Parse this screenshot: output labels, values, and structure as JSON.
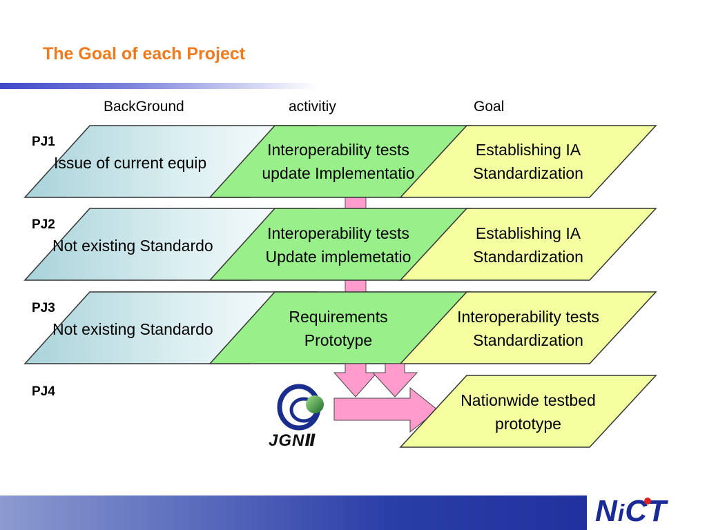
{
  "title": "The Goal of each Project",
  "columns": {
    "background": "BackGround",
    "activity": "activitiy",
    "goal": "Goal"
  },
  "projects": [
    {
      "label": "PJ1",
      "background": "Issue of current equip",
      "activity": [
        "Interoperability tests",
        "update Implementatio"
      ],
      "goal": [
        "Establishing IA",
        "Standardization"
      ]
    },
    {
      "label": "PJ2",
      "background": "Not existing Standardo",
      "activity": [
        "Interoperability tests",
        "Update implemetatio"
      ],
      "goal": [
        "Establishing IA",
        "Standardization"
      ]
    },
    {
      "label": "PJ3",
      "background": "Not existing Standardo",
      "activity": [
        "Requirements",
        "Prototype"
      ],
      "goal": [
        "Interoperability tests",
        "Standardization"
      ]
    },
    {
      "label": "PJ4",
      "goal": [
        "Nationwide testbed",
        "prototype"
      ]
    }
  ],
  "logos": {
    "jgn": "JGNⅡ",
    "nict_left": "N",
    "nict_right": "CT",
    "nict_i": "i"
  },
  "colors": {
    "title": "#f07a1e",
    "activity_fill": "#99f08a",
    "goal_fill": "#f4ffa0",
    "background_fill_start": "#b8dbe0",
    "arrow_fill": "#ff9ccc",
    "footer": "#1a2a96"
  }
}
